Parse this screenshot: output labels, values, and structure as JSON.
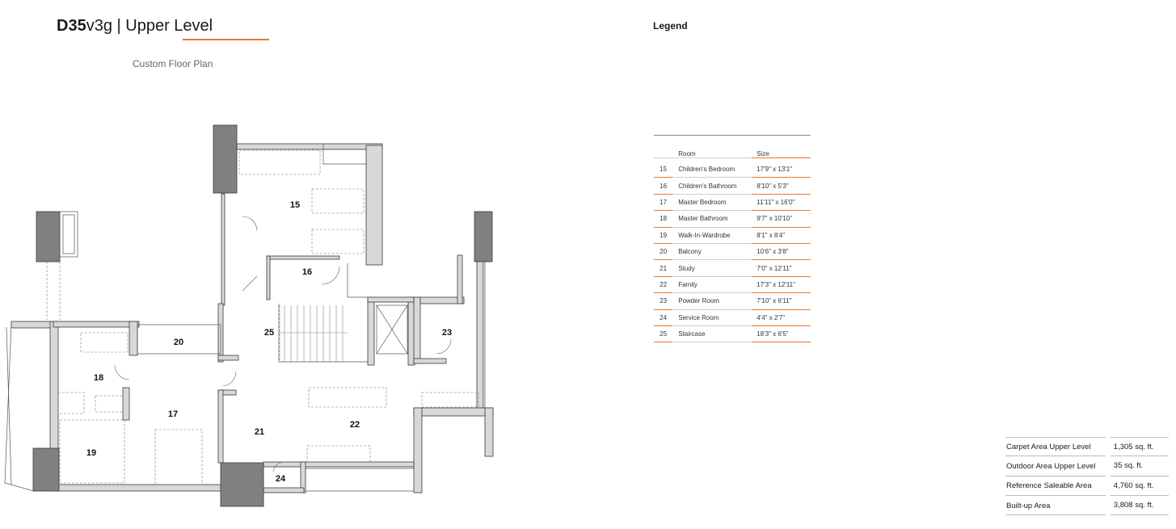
{
  "header": {
    "title_code": "D35",
    "title_rest": "v3g | Upper Level",
    "subtitle": "Custom Floor Plan"
  },
  "legend": {
    "heading": "Legend",
    "columns": {
      "room": "Room",
      "size": "Size"
    },
    "rooms": [
      {
        "no": "15",
        "name": "Children's Bedroom",
        "size": "17'9\" x 13'1\""
      },
      {
        "no": "16",
        "name": "Children's Bathroom",
        "size": "8'10\" x 5'3\""
      },
      {
        "no": "17",
        "name": "Master Bedroom",
        "size": "11'11\" x 16'0\""
      },
      {
        "no": "18",
        "name": "Master Bathroom",
        "size": "9'7\" x 10'10\""
      },
      {
        "no": "19",
        "name": "Walk-In-Wardrobe",
        "size": "8'1\" x 8'4\""
      },
      {
        "no": "20",
        "name": "Balcony",
        "size": "10'6\" x 3'8\""
      },
      {
        "no": "21",
        "name": "Study",
        "size": "7'0\" x 12'11\""
      },
      {
        "no": "22",
        "name": "Family",
        "size": "17'3\" x 12'11\""
      },
      {
        "no": "23",
        "name": "Powder Room",
        "size": "7'10\" x 6'11\""
      },
      {
        "no": "24",
        "name": "Service Room",
        "size": "4'4\" x 2'7\""
      },
      {
        "no": "25",
        "name": "Staircase",
        "size": "18'3\" x 6'5\""
      }
    ]
  },
  "areas": [
    {
      "label": "Carpet Area Upper Level",
      "value": "1,305 sq. ft."
    },
    {
      "label": "Outdoor Area Upper Level",
      "value": "35 sq. ft."
    },
    {
      "label": "Reference Saleable Area",
      "value": "4,760 sq. ft."
    },
    {
      "label": "Built-up Area",
      "value": "3,808 sq. ft."
    }
  ],
  "plan": {
    "labels": {
      "r15": "15",
      "r16": "16",
      "r17": "17",
      "r18": "18",
      "r19": "19",
      "r20": "20",
      "r21": "21",
      "r22": "22",
      "r23": "23",
      "r24": "24",
      "r25": "25"
    }
  },
  "colors": {
    "accent": "#e8792b",
    "wall": "#3a3a3a",
    "column": "#808080"
  }
}
